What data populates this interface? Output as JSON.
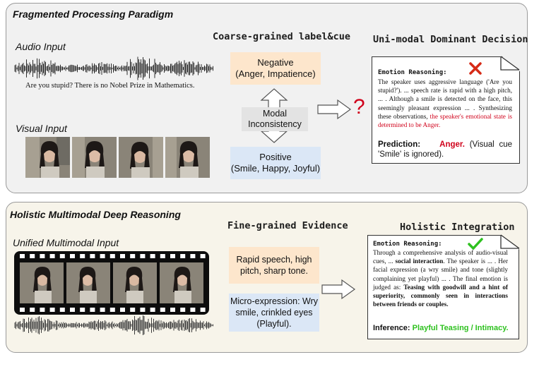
{
  "top": {
    "title": "Fragmented Processing Paradigm",
    "audio_label": "Audio Input",
    "transcript": "Are you stupid? There is no Nobel Prize in Mathematics.",
    "visual_label": "Visual Input",
    "coarse_heading": "Coarse-grained label&cue",
    "negative_line1": "Negative",
    "negative_line2": "(Anger, Impatience)",
    "modal_line1": "Modal",
    "modal_line2": "Inconsistency",
    "positive_line1": "Positive",
    "positive_line2": "(Smile, Happy, Joyful)",
    "question_mark": "?",
    "decision_heading": "Uni-modal Dominant Decision",
    "card": {
      "head": "Emotion Reasoning:",
      "body": "The speaker uses aggressive language ('Are you stupid?'). ... speech rate is rapid with a high pitch, ... . Although a smile is detected on the face, this seemingly pleasant expression ... . Synthesizing these observations, ",
      "body_red": "the speaker's emotional state is determined to be Anger.",
      "prediction_label": "Prediction:",
      "prediction_value": "Anger.",
      "prediction_note": " (Visual cue 'Smile' is ignored)."
    }
  },
  "bottom": {
    "title": "Holistic Multimodal Deep Reasoning",
    "unified_label": "Unified Multimodal Input",
    "fine_heading": "Fine-grained Evidence",
    "evidence1_line1": "Rapid speech, high",
    "evidence1_line2": "pitch, sharp tone.",
    "evidence2_line1": "Micro-expression: Wry",
    "evidence2_line2": "smile, crinkled eyes",
    "evidence2_line3": "(Playful).",
    "integration_heading": "Holistic Integration",
    "card": {
      "head": "Emotion Reasoning:",
      "body1": "Through a comprehensive analysis of audio-visual cues, ... ",
      "body_bold1": "social interaction",
      "body2": ". The speaker is ... . Her facial expression (a wry smile) and tone (slightly complaining yet playful) ... . The final emotion is judged as: ",
      "body_bold2": "Teasing with goodwill and a hint of superiority, commonly seen in interactions between friends or couples.",
      "inference_label": "Inference:",
      "inference_value": "Playful Teasing / Intimacy."
    }
  },
  "colors": {
    "orange_box": "#fde6cc",
    "blue_box": "#dbe7f6",
    "red": "#d0021b",
    "green": "#2ec11f"
  }
}
